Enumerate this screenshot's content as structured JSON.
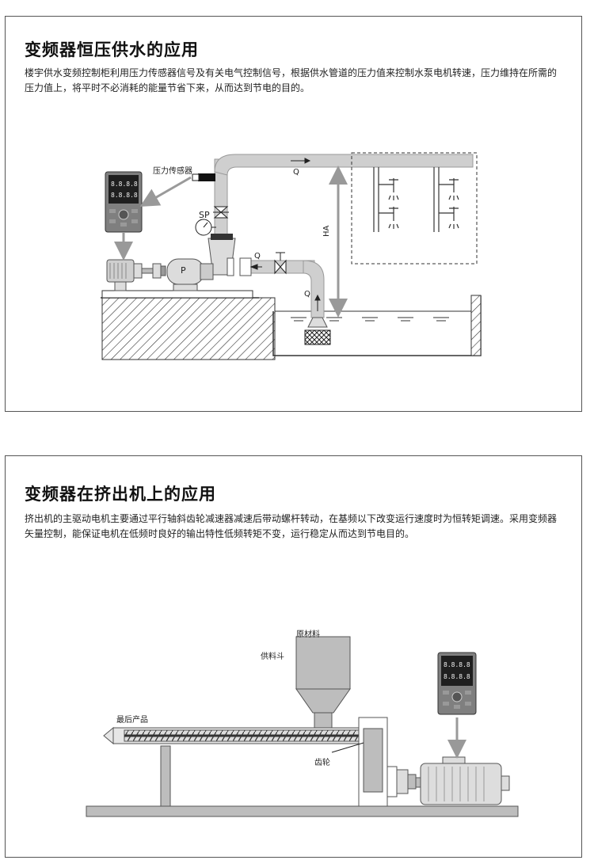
{
  "section1": {
    "title": "变频器恒压供水的应用",
    "description": "楼宇供水变频控制柜利用压力传感器信号及有关电气控制信号，根据供水管道的压力值来控制水泵电机转速，压力维持在所需的压力值上，将平时不必消耗的能量节省下来，从而达到节电的目的。",
    "labels": {
      "pressure_sensor": "压力传感器",
      "sp": "SP",
      "pump": "P",
      "flow_top": "Q",
      "flow_mid": "Q",
      "flow_rise": "Q",
      "height": "HA"
    }
  },
  "section2": {
    "title": "变频器在挤出机上的应用",
    "description": "挤出机的主驱动电机主要通过平行轴斜齿轮减速器减速后带动螺杆转动，在基频以下改变运行速度时为恒转矩调速。采用变频器矢量控制，能保证电机在低频时良好的输出特性低频转矩不变，运行稳定从而达到节电目的。",
    "labels": {
      "raw_material": "原材料",
      "hopper": "供料斗",
      "final_product": "最后产品",
      "gear": "齿轮"
    }
  },
  "colors": {
    "pipe": "#cfcfcf",
    "arrow": "#9a9a9a",
    "inverter_body": "#7f7f7f",
    "inverter_screen": "#1f1f1f"
  }
}
